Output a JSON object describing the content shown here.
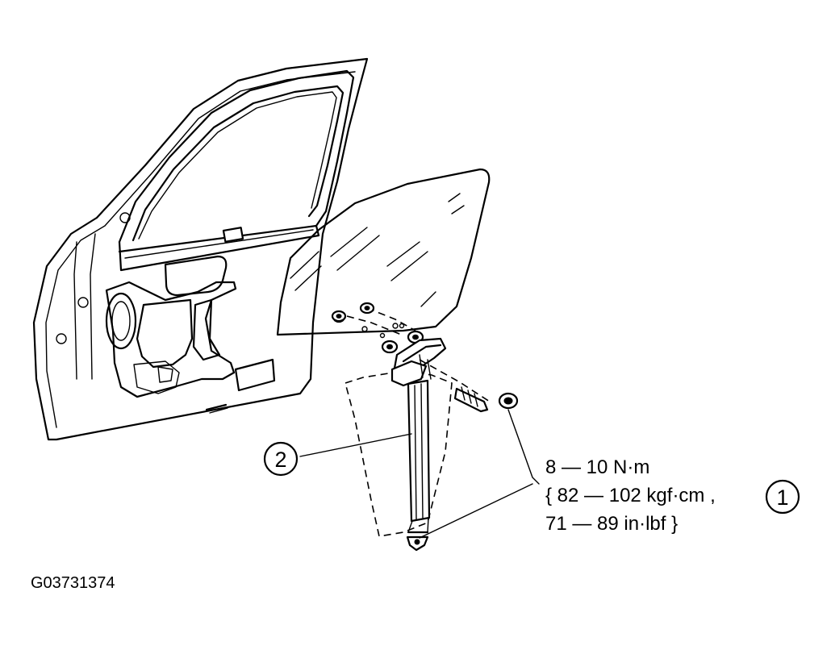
{
  "figure_id": "G03731374",
  "callouts": [
    {
      "number": "1"
    },
    {
      "number": "2"
    }
  ],
  "torque_spec": {
    "line1": "8 — 10 N·m",
    "line2": "{ 82 — 102 kgf·cm ,",
    "line3": "71 — 89 in·lbf }"
  }
}
